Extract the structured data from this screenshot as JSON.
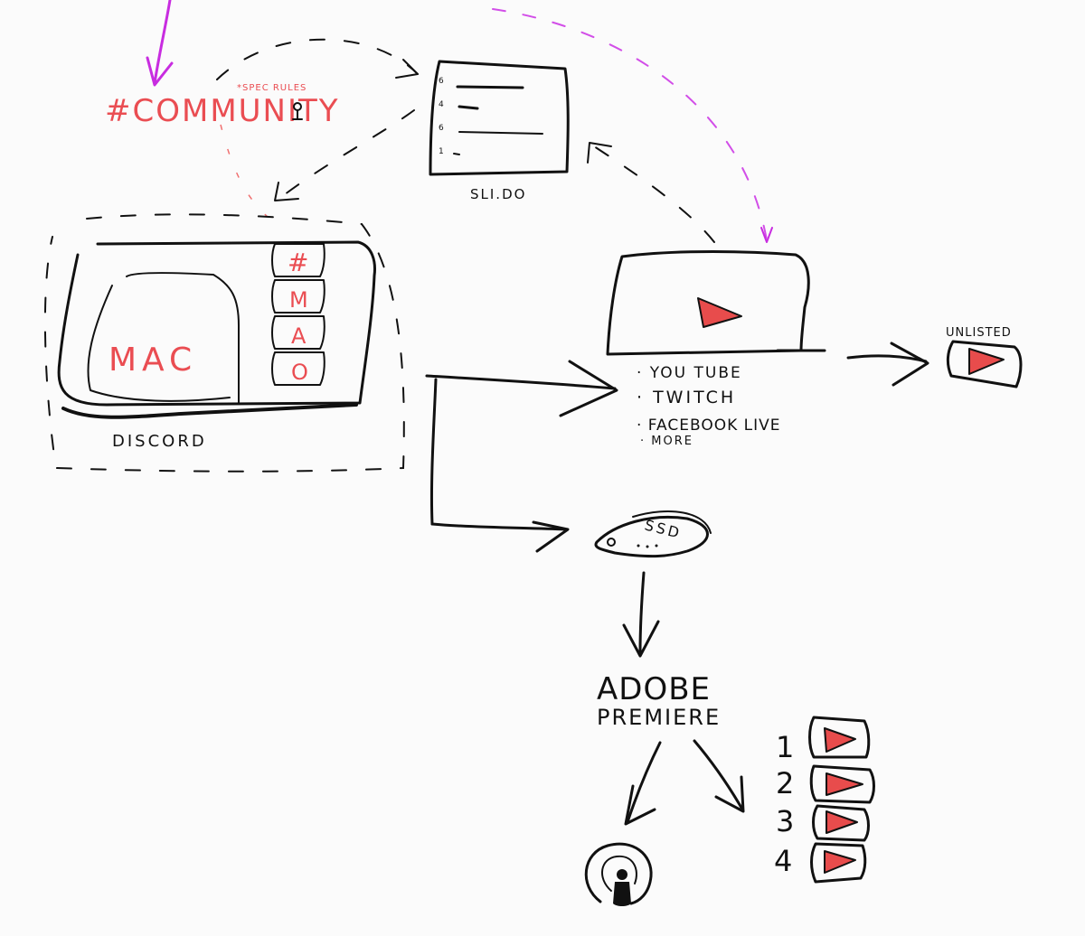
{
  "labels": {
    "community": "#COMMUNITY",
    "spec_rules": "*SPEC RULES",
    "slido": "SLI.DO",
    "mac": "MAC",
    "discord": "DISCORD",
    "channel_glyphs": [
      "#",
      "M",
      "A",
      "O"
    ],
    "unlisted": "UNLISTED",
    "adobe": "ADOBE",
    "premiere": "PREMIERE",
    "ssd": "SSD"
  },
  "platforms": [
    "YOU TUBE",
    "TWITCH",
    "FACEBOOK LIVE",
    "MORE"
  ],
  "clips": [
    "1",
    "2",
    "3",
    "4"
  ],
  "icons": [
    "play-icon",
    "podcast-icon",
    "ssd-icon"
  ],
  "colors": {
    "ink": "#111111",
    "accent_red": "#e84c4c",
    "accent_magenta": "#c82ce0"
  }
}
